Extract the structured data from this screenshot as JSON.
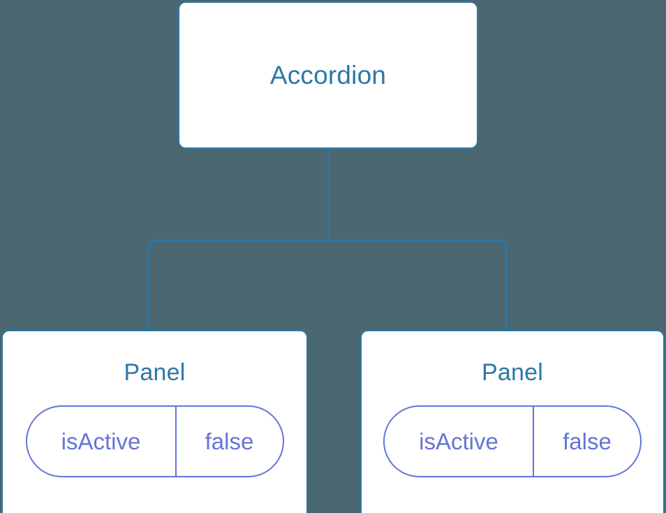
{
  "diagram": {
    "title": "Accordion component tree",
    "background_color": "#4b6771",
    "node_border_color": "#2e77a6",
    "node_title_color": "#2e77a6",
    "pill_color": "#6574d8",
    "edge_color": "#2e77a6"
  },
  "root": {
    "label": "Accordion"
  },
  "children": [
    {
      "label": "Panel",
      "state": {
        "key": "isActive",
        "value": "false"
      }
    },
    {
      "label": "Panel",
      "state": {
        "key": "isActive",
        "value": "false"
      }
    }
  ]
}
